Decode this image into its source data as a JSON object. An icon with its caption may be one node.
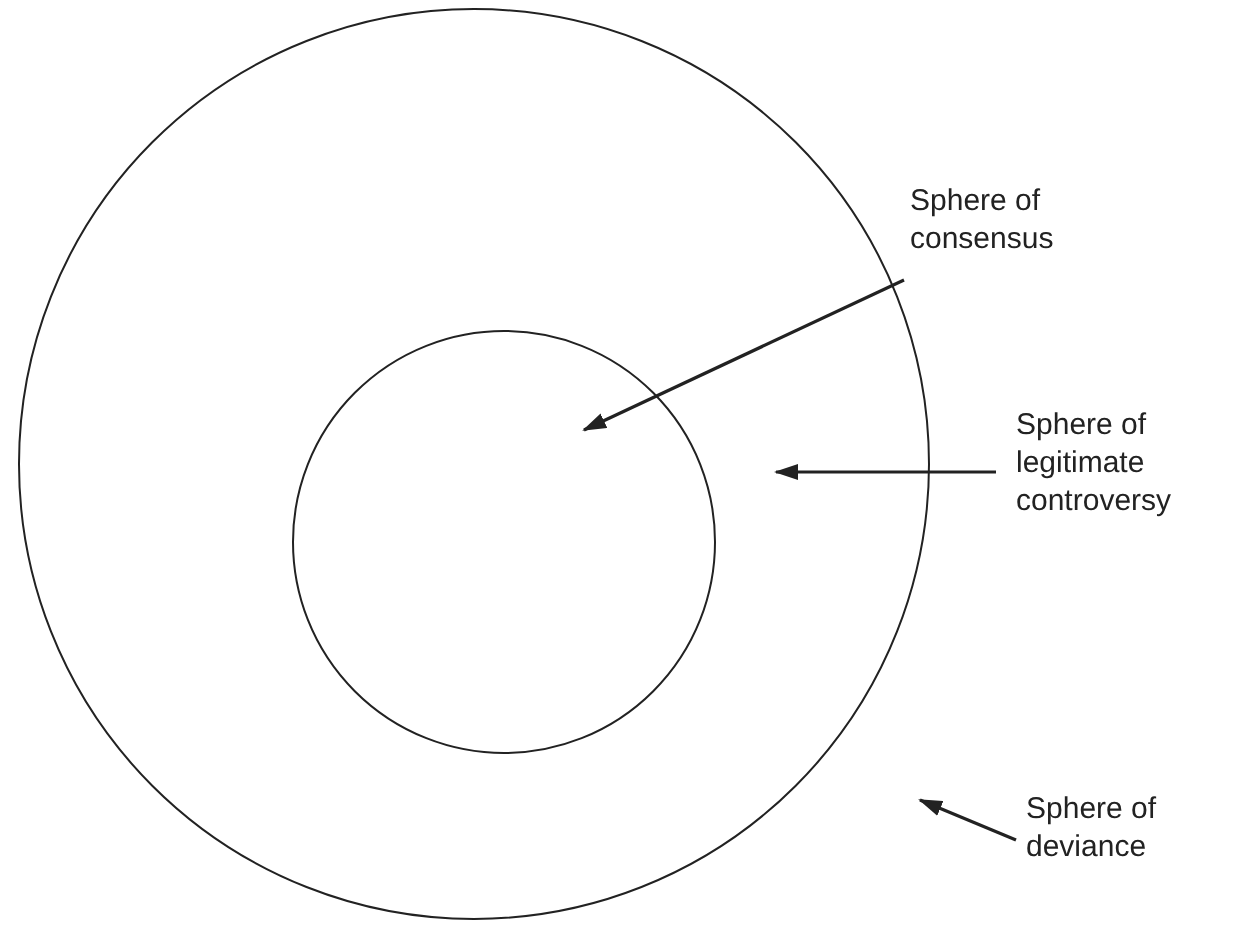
{
  "diagram": {
    "nodes": [
      {
        "text": [],
        "shape": "circle"
      },
      {
        "text": [],
        "shape": "circle",
        "in": 0
      },
      {
        "text": [
          "Sphere of consensus"
        ]
      },
      {
        "text": [
          "Sphere of legitimate controversy"
        ]
      },
      {
        "text": [
          "Sphere of deviance"
        ]
      }
    ],
    "edges": [
      {
        "from": 2,
        "to": 1,
        "arrow": "to"
      },
      {
        "from": 3,
        "to": 0,
        "arrow": "to"
      },
      {
        "from": 4,
        "to": null,
        "arrow": "to"
      }
    ]
  }
}
